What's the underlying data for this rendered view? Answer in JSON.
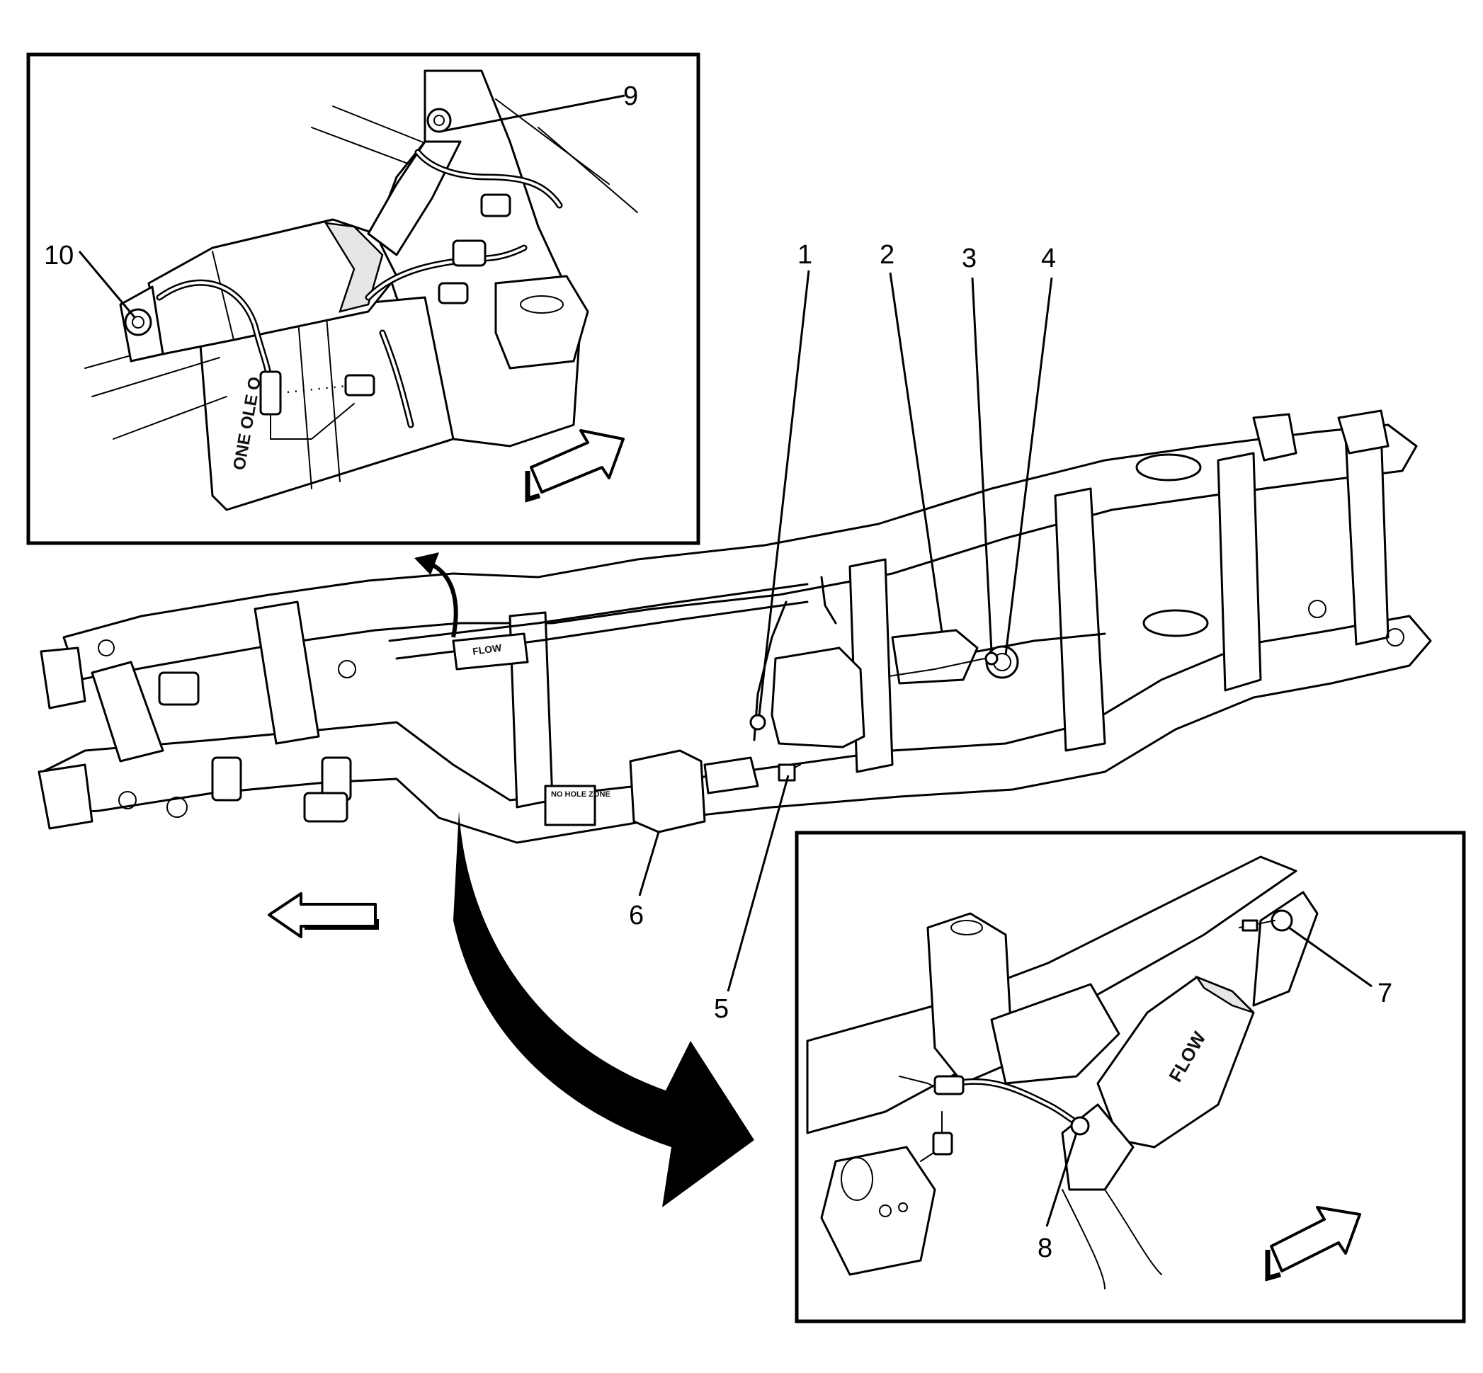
{
  "figure": {
    "callouts": {
      "c1": "1",
      "c2": "2",
      "c3": "3",
      "c4": "4",
      "c5": "5",
      "c6": "6",
      "c7": "7",
      "c8": "8",
      "c9": "9",
      "c10": "10"
    },
    "stamps": {
      "converter_front": "FLOW",
      "converter_rear": "FLOW",
      "canister_label": "NO HOLE ZONE",
      "inset_side_label": "ONE OLE O"
    },
    "icons": {
      "direction_arrow": "forward-direction-arrow-icon",
      "curved_arrow": "curved-pointer-arrow-icon"
    },
    "colors": {
      "line": "#000000",
      "background": "#ffffff"
    }
  }
}
